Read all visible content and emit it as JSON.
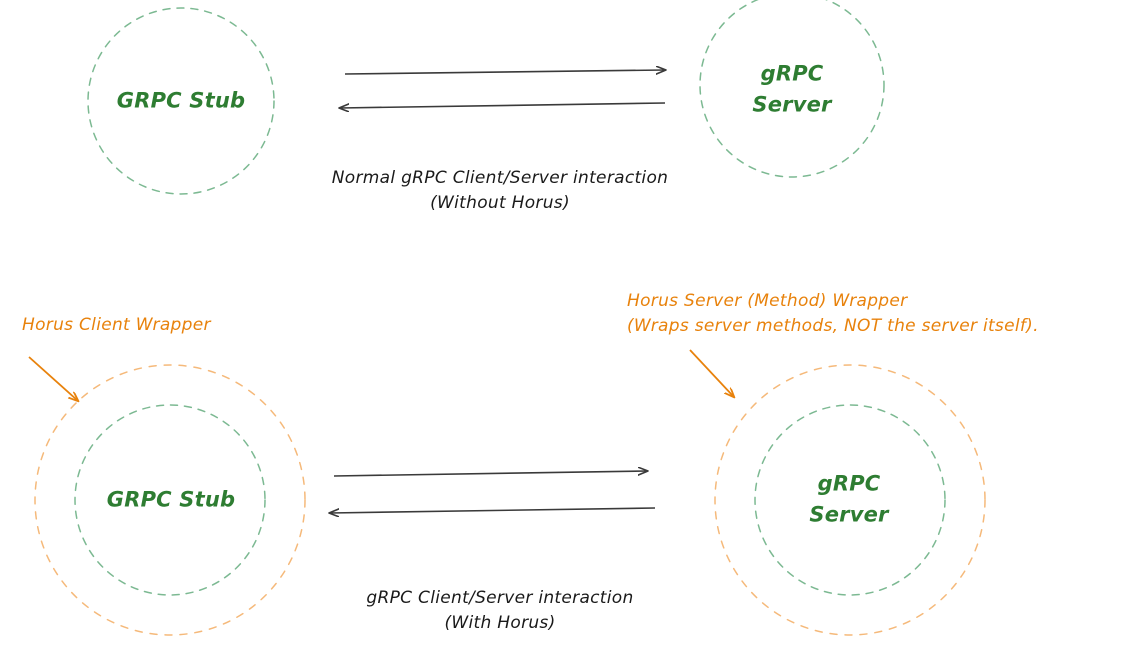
{
  "diagram": {
    "title_hidden": "",
    "colors": {
      "node_stroke_green": "#7cb992",
      "node_text_green": "#2e7d32",
      "wrapper_stroke_orange": "#f5b97a",
      "annotation_orange": "#e8820c",
      "arrow_dark": "#3a3a3a",
      "background": "#ffffff"
    },
    "top_section": {
      "client_node": {
        "label": "GRPC Stub"
      },
      "server_node": {
        "label": "gRPC\nServer",
        "line1": "gRPC",
        "line2": "Server"
      },
      "arrows": [
        {
          "name": "request-arrow",
          "direction": "right"
        },
        {
          "name": "response-arrow",
          "direction": "left"
        }
      ],
      "caption_line1": "Normal gRPC Client/Server interaction",
      "caption_line2": "(Without Horus)"
    },
    "bottom_section": {
      "client_node": {
        "label": "GRPC Stub"
      },
      "server_node": {
        "line1": "gRPC",
        "line2": "Server"
      },
      "client_wrapper_annotation": "Horus Client Wrapper",
      "server_wrapper_annotation_line1": "Horus Server (Method) Wrapper",
      "server_wrapper_annotation_line2": "(Wraps server methods, NOT the server itself).",
      "arrows": [
        {
          "name": "request-arrow",
          "direction": "right"
        },
        {
          "name": "response-arrow",
          "direction": "left"
        }
      ],
      "caption_line1": "gRPC Client/Server interaction",
      "caption_line2": "(With Horus)"
    }
  }
}
